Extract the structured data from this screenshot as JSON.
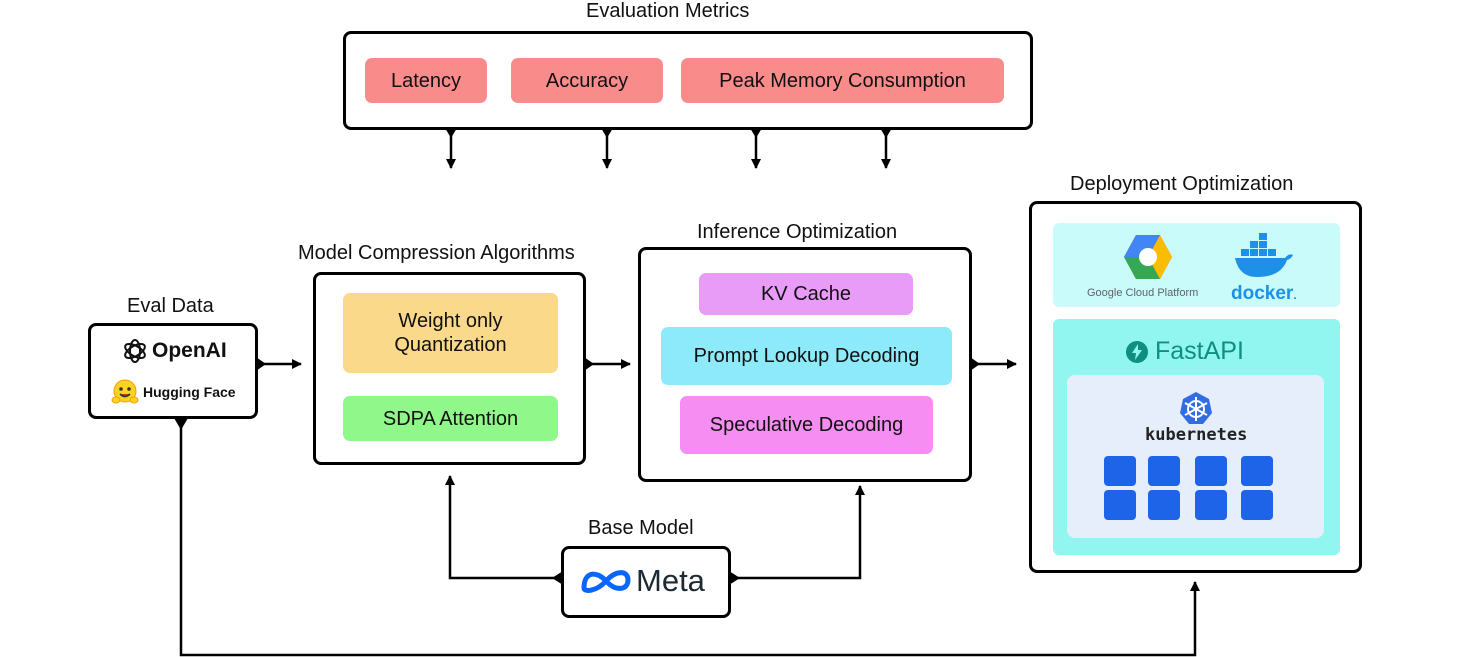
{
  "eval_metrics": {
    "title": "Evaluation Metrics",
    "items": [
      "Latency",
      "Accuracy",
      "Peak Memory Consumption"
    ]
  },
  "eval_data": {
    "title": "Eval Data",
    "logos": [
      "OpenAI",
      "Hugging Face"
    ]
  },
  "compression": {
    "title": "Model Compression Algorithms",
    "items": [
      "Weight only Quantization",
      "SDPA Attention"
    ]
  },
  "inference": {
    "title": "Inference Optimization",
    "items": [
      "KV Cache",
      "Prompt Lookup Decoding",
      "Speculative Decoding"
    ]
  },
  "deployment": {
    "title": "Deployment Optimization",
    "gcp_label": "Google Cloud Platform",
    "docker_label": "docker",
    "fastapi_label": "FastAPI",
    "kubernetes_label": "kubernetes"
  },
  "base_model": {
    "title": "Base Model",
    "logo_text": "Meta"
  },
  "colors": {
    "metric_pill": "#fa8b8b",
    "quantization": "#fbd98b",
    "sdpa": "#90f88a",
    "kv_cache": "#e99bf8",
    "prompt_lookup": "#8deafa",
    "speculative": "#f68df2",
    "deploy_top": "#c9fbfb",
    "deploy_fastapi": "#92f6f0",
    "k8s_bg": "#e6eefb",
    "k8s_node": "#1e64e8"
  }
}
